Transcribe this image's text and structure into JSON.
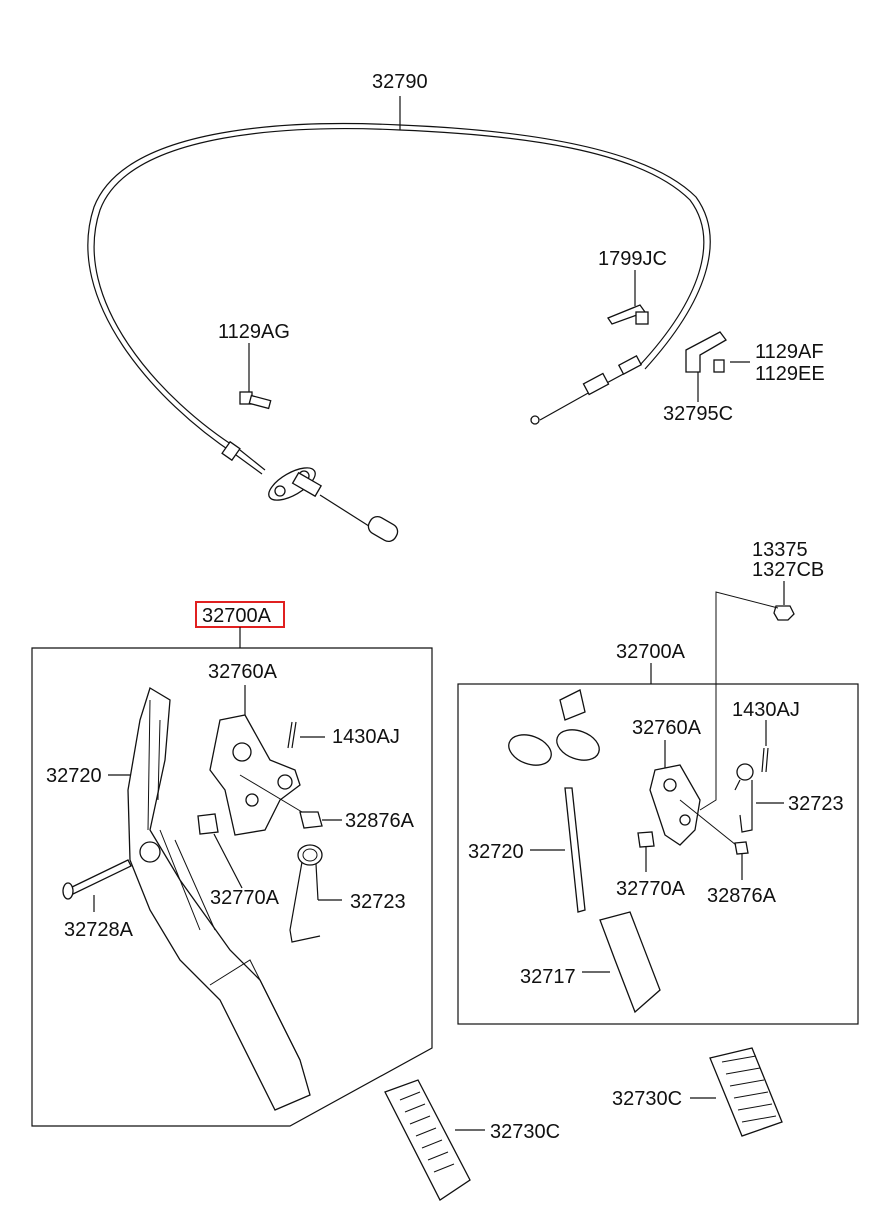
{
  "labels": {
    "cable": "32790",
    "clip": "1799JC",
    "bolt_left": "1129AG",
    "bolt_right_a": "1129AF",
    "bolt_right_b": "1129EE",
    "bracket": "32795C",
    "nut_a": "13375",
    "nut_b": "1327CB",
    "assy_left": "32700A",
    "bracket_left": "32760A",
    "pin_left": "1430AJ",
    "arm_left": "32720",
    "stopper_left": "32876A",
    "bushing_left": "32770A",
    "spring_left": "32723",
    "shaft_left": "32728A",
    "pad_left": "32730C",
    "assy_right": "32700A",
    "bracket_right": "32760A",
    "pin_right": "1430AJ",
    "spring_right": "32723",
    "arm_right": "32720",
    "bushing_right": "32770A",
    "stopper_right": "32876A",
    "pedal_right": "32717",
    "pad_right": "32730C"
  },
  "highlight_color": "#e02020"
}
